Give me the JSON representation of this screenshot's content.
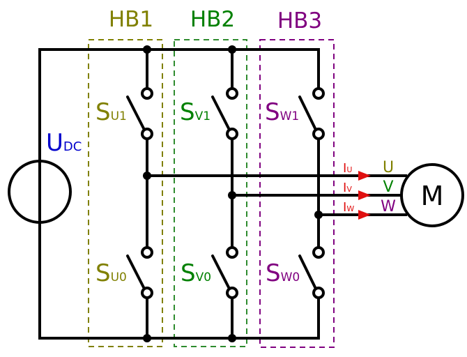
{
  "colors": {
    "hb1": "#808000",
    "hb2": "#008000",
    "hb3": "#800080",
    "dc": "#0000cc",
    "current": "#e01010",
    "wire": "#000000"
  },
  "half_bridges": [
    {
      "label": "HB1",
      "high_switch": {
        "main": "S",
        "sub": "U1"
      },
      "low_switch": {
        "main": "S",
        "sub": "U0"
      },
      "phase": "U",
      "current": {
        "main": "I",
        "sub": "U"
      }
    },
    {
      "label": "HB2",
      "high_switch": {
        "main": "S",
        "sub": "V1"
      },
      "low_switch": {
        "main": "S",
        "sub": "V0"
      },
      "phase": "V",
      "current": {
        "main": "I",
        "sub": "V"
      }
    },
    {
      "label": "HB3",
      "high_switch": {
        "main": "S",
        "sub": "W1"
      },
      "low_switch": {
        "main": "S",
        "sub": "W0"
      },
      "phase": "W",
      "current": {
        "main": "I",
        "sub": "W"
      }
    }
  ],
  "source": {
    "main": "U",
    "sub": "DC"
  },
  "motor": {
    "label": "M"
  }
}
